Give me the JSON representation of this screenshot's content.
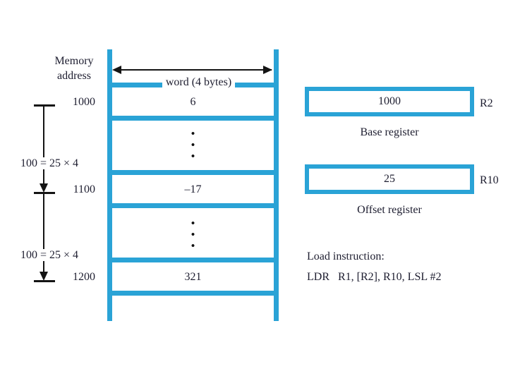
{
  "colors": {
    "accent_teal": "#2AA3D6",
    "ink": "#1E1E30"
  },
  "memory_diagram": {
    "title": "Memory\naddress",
    "word_width_label": "word (4 bytes)",
    "dot_glyph": "•",
    "rows": [
      {
        "address": "1000",
        "value": "6"
      },
      {
        "address": "1100",
        "value": "–17"
      },
      {
        "address": "1200",
        "value": "321"
      }
    ],
    "span_labels": [
      {
        "text": "100 = 25 × 4"
      },
      {
        "text": "100 = 25 × 4"
      }
    ]
  },
  "registers": [
    {
      "value": "1000",
      "name": "R2",
      "caption": "Base register"
    },
    {
      "value": "25",
      "name": "R10",
      "caption": "Offset register"
    }
  ],
  "instruction": {
    "heading": "Load instruction:",
    "code": "LDR   R1, [R2], R10, LSL #2"
  }
}
